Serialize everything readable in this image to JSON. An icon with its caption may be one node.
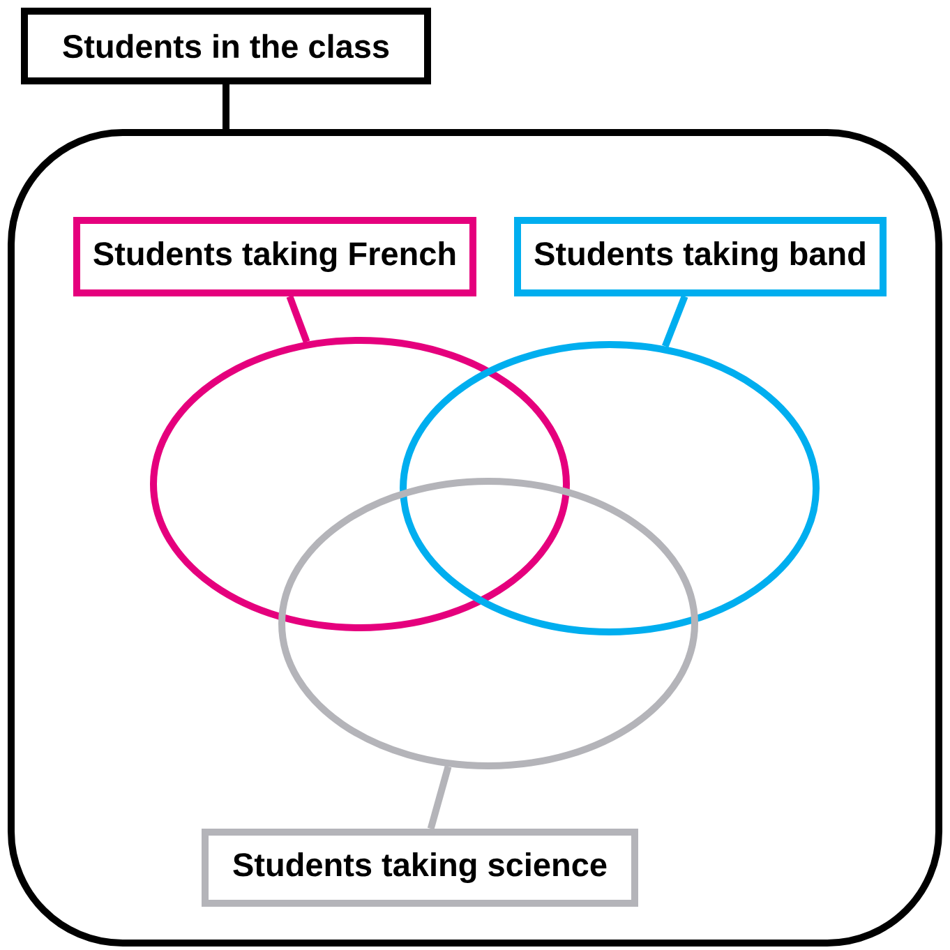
{
  "diagram": {
    "nodes": [
      {
        "text": [
          "Students in the class"
        ]
      },
      {
        "text": [],
        "shape": "box"
      },
      {
        "text": [
          "Students taking French"
        ],
        "in": 1
      },
      {
        "text": [],
        "shape": "circle",
        "in": 1
      },
      {
        "text": [
          "Students taking band"
        ],
        "in": 1
      },
      {
        "text": [],
        "shape": "circle",
        "in": 1
      },
      {
        "text": [],
        "shape": "circle",
        "in": 1
      },
      {
        "text": [
          "Students taking science"
        ],
        "in": 1
      }
    ],
    "edges": [
      {
        "from": 0,
        "to": 1,
        "arrow": "none"
      },
      {
        "from": 2,
        "to": 3,
        "arrow": "none",
        "color": "#e5007d"
      },
      {
        "from": 4,
        "to": 5,
        "arrow": "none",
        "color": "#00aeef"
      },
      {
        "from": 7,
        "to": 6,
        "arrow": "none",
        "color": "#b4b4b9"
      }
    ]
  }
}
